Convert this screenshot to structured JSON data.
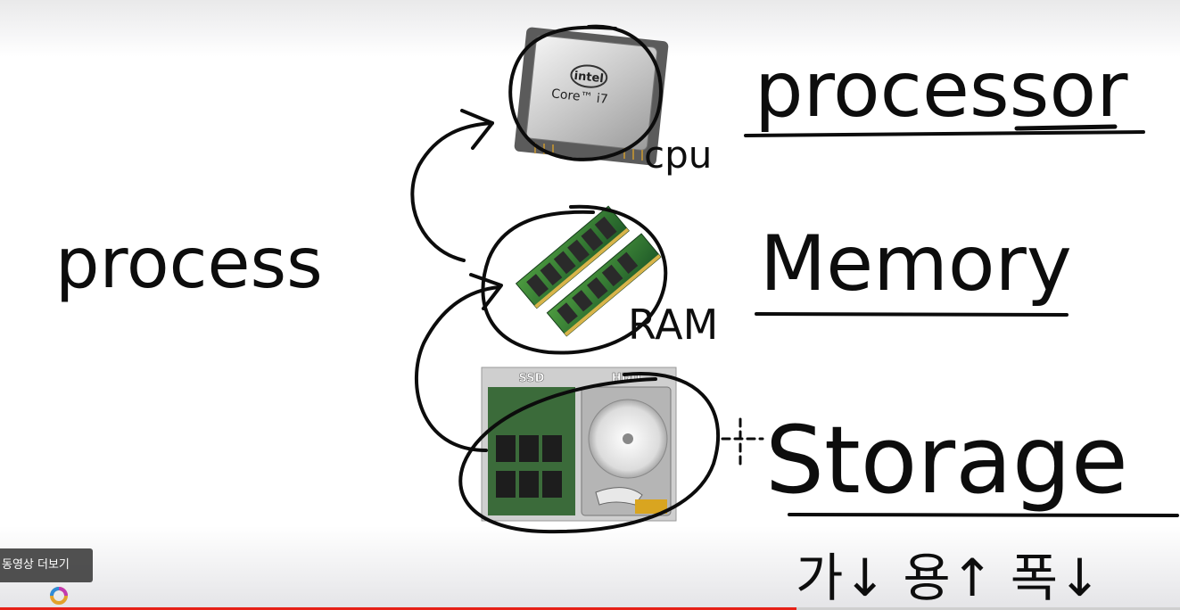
{
  "labels": {
    "left": "process",
    "cpu_tag": "cpu",
    "ram_tag": "RAM",
    "processor": "processor",
    "memory": "Memory",
    "storage": "Storage",
    "footnote": "가↓ 용↑ 폭↓"
  },
  "images": {
    "cpu_brand": "intel",
    "cpu_model": "Core™ i7",
    "ssd_label": "SSD",
    "hdd_label": "HDD"
  },
  "player": {
    "more_videos_label": "동영상 더보기",
    "progress_fraction": 0.675
  },
  "colors": {
    "ink": "#0c0c0c",
    "progress": "#e62117",
    "chip_green": "#2f7a3a",
    "overlay": "#323232"
  }
}
